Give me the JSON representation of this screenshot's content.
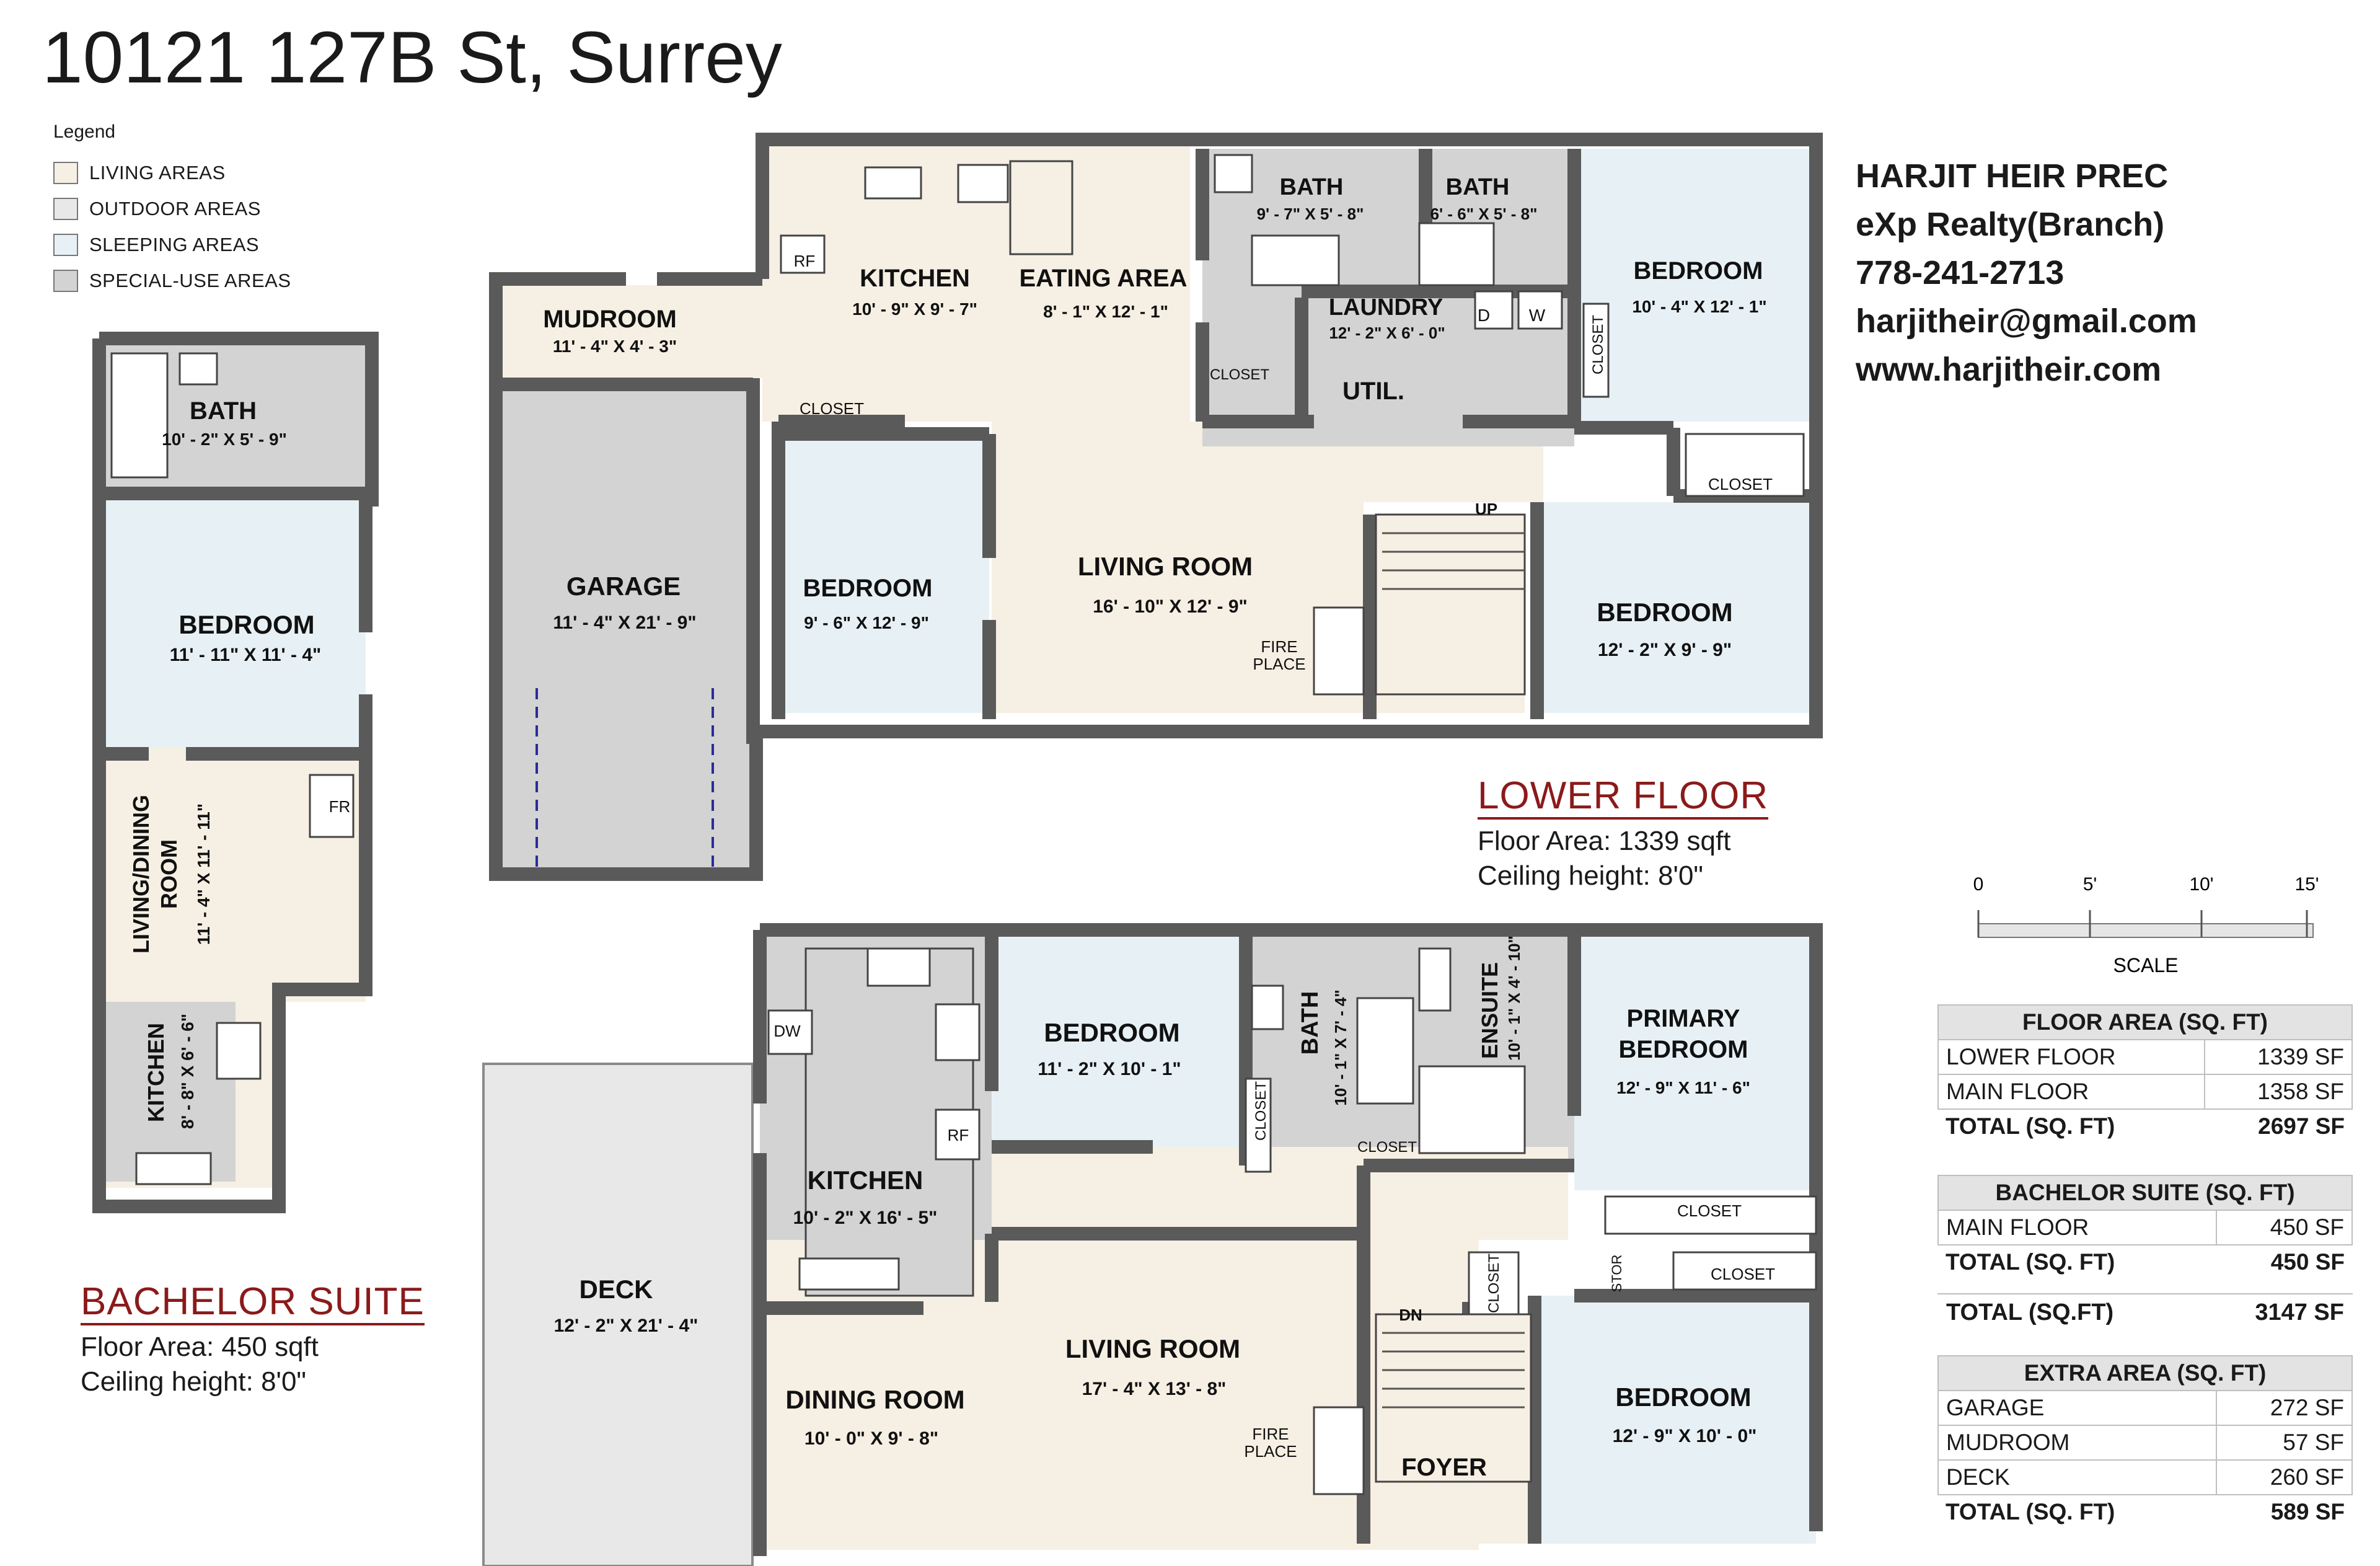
{
  "title": "10121 127B St, Surrey",
  "legend": {
    "title": "Legend",
    "items": [
      {
        "label": "LIVING AREAS",
        "color": "#f6efe3"
      },
      {
        "label": "OUTDOOR AREAS",
        "color": "#e8e8e8"
      },
      {
        "label": "SLEEPING AREAS",
        "color": "#e7f1f5"
      },
      {
        "label": "SPECIAL-USE AREAS",
        "color": "#d3d3d3"
      }
    ]
  },
  "colors": {
    "wall": "#5a5a5a",
    "living": "#f6efe3",
    "sleeping": "#e7f1f5",
    "special": "#d3d3d3",
    "outdoor": "#e8e8e8",
    "accent": "#8b1a1a"
  },
  "contact": {
    "name": "HARJIT HEIR PREC",
    "company": "eXp Realty(Branch)",
    "phone": "778-241-2713",
    "email": "harjitheir@gmail.com",
    "web": "www.harjitheir.com"
  },
  "rooms": {
    "bs_bath": {
      "name": "BATH",
      "dim": "10' - 2\" X 5' - 9\""
    },
    "bs_bedroom": {
      "name": "BEDROOM",
      "dim": "11' - 11\" X 11' - 4\""
    },
    "bs_living": {
      "name": "LIVING/DINING",
      "name2": "ROOM",
      "dim": "11' - 4\" X 11' - 11\""
    },
    "bs_kitchen": {
      "name": "KITCHEN",
      "dim": "8' - 8\" X 6' - 6\""
    },
    "mudroom": {
      "name": "MUDROOM",
      "dim": "11' - 4\" X 4' - 3\""
    },
    "garage": {
      "name": "GARAGE",
      "dim": "11' - 4\" X 21' - 9\""
    },
    "lf_kitchen": {
      "name": "KITCHEN",
      "dim": "10' - 9\" X 9' - 7\""
    },
    "lf_eating": {
      "name": "EATING AREA",
      "dim": "8' - 1\" X 12' - 1\""
    },
    "lf_bath1": {
      "name": "BATH",
      "dim": "9' - 7\" X 5' - 8\""
    },
    "lf_bath2": {
      "name": "BATH",
      "dim": "6' - 6\" X 5' - 8\""
    },
    "lf_laundry": {
      "name": "LAUNDRY",
      "dim": "12' - 2\" X 6' - 0\""
    },
    "lf_util": {
      "name": "UTIL."
    },
    "lf_bed_ne": {
      "name": "BEDROOM",
      "dim": "10' - 4\" X 12' - 1\""
    },
    "lf_bed_w": {
      "name": "BEDROOM",
      "dim": "9' - 6\" X 12' - 9\""
    },
    "lf_living": {
      "name": "LIVING ROOM",
      "dim": "16' - 10\" X 12' - 9\""
    },
    "lf_bed_e": {
      "name": "BEDROOM",
      "dim": "12' - 2\" X 9' - 9\""
    },
    "mf_kitchen": {
      "name": "KITCHEN",
      "dim": "10' - 2\" X 16' - 5\""
    },
    "mf_bedroom": {
      "name": "BEDROOM",
      "dim": "11' - 2\" X 10' - 1\""
    },
    "mf_bath": {
      "name": "BATH",
      "dim": "10' - 1\" X 7' - 4\""
    },
    "mf_ensuite": {
      "name": "ENSUITE",
      "dim": "10' - 1\" X 4' - 10\""
    },
    "mf_primary": {
      "name": "PRIMARY",
      "name2": "BEDROOM",
      "dim": "12' - 9\" X 11' - 6\""
    },
    "deck": {
      "name": "DECK",
      "dim": "12' - 2\" X 21' - 4\""
    },
    "mf_living": {
      "name": "LIVING ROOM",
      "dim": "17' - 4\" X 13' - 8\""
    },
    "mf_dining": {
      "name": "DINING ROOM",
      "dim": "10' - 0\" X 9' - 8\""
    },
    "mf_bed_se": {
      "name": "BEDROOM",
      "dim": "12' - 9\" X 10' - 0\""
    },
    "mf_foyer": {
      "name": "FOYER"
    }
  },
  "labels": {
    "closet": "CLOSET",
    "stor": "STOR",
    "rf": "RF",
    "fr": "FR",
    "dw": "DW",
    "d": "D",
    "w": "W",
    "up": "UP",
    "dn": "DN",
    "fire": "FIRE",
    "place": "PLACE"
  },
  "lower_floor": {
    "label": "LOWER FLOOR",
    "area": "Floor Area: 1339 sqft",
    "ceiling": "Ceiling height: 8'0\""
  },
  "bachelor_suite": {
    "label": "BACHELOR SUITE",
    "area": "Floor Area: 450 sqft",
    "ceiling": "Ceiling height: 8'0\""
  },
  "scale": {
    "ticks": [
      "0",
      "5'",
      "10'",
      "15'"
    ],
    "label": "SCALE"
  },
  "tables": {
    "floor_area": {
      "header": "FLOOR AREA (SQ. FT)",
      "rows": [
        {
          "label": "LOWER FLOOR",
          "value": "1339 SF"
        },
        {
          "label": "MAIN FLOOR",
          "value": "1358 SF"
        }
      ],
      "total": {
        "label": "TOTAL (SQ. FT)",
        "value": "2697 SF"
      }
    },
    "bachelor": {
      "header": "BACHELOR SUITE (SQ. FT)",
      "rows": [
        {
          "label": "MAIN FLOOR",
          "value": "450 SF"
        }
      ],
      "total": {
        "label": "TOTAL (SQ. FT)",
        "value": "450 SF"
      }
    },
    "grand_total": {
      "label": "TOTAL (SQ.FT)",
      "value": "3147 SF"
    },
    "extra": {
      "header": "EXTRA AREA (SQ. FT)",
      "rows": [
        {
          "label": "GARAGE",
          "value": "272 SF"
        },
        {
          "label": "MUDROOM",
          "value": "57 SF"
        },
        {
          "label": "DECK",
          "value": "260 SF"
        }
      ],
      "total": {
        "label": "TOTAL (SQ. FT)",
        "value": "589 SF"
      }
    }
  }
}
